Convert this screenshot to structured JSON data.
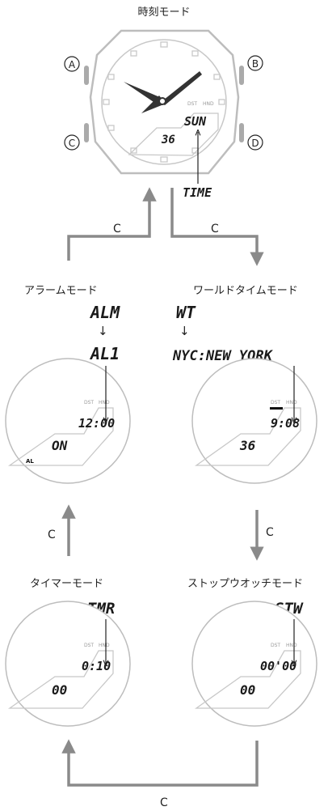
{
  "title": "時刻モード",
  "buttons": {
    "a": "A",
    "b": "B",
    "c": "C",
    "d": "D"
  },
  "time_mode": {
    "day": "SUN",
    "seconds": "36",
    "callout": "TIME",
    "dst": "DST",
    "hnd": "HND"
  },
  "transition_label": "C",
  "alarm_mode": {
    "title": "アラームモード",
    "code1": "ALM",
    "arrow": "↓",
    "code2": "AL1",
    "time": "12:00",
    "state": "ON",
    "indicator": "AL",
    "dst": "DST",
    "hnd": "HND"
  },
  "world_time_mode": {
    "title": "ワールドタイムモード",
    "code1": "WT",
    "arrow": "↓",
    "code2": "NYC:NEW YORK",
    "time": "9:08",
    "seconds": "36",
    "dst": "DST",
    "hnd": "HND"
  },
  "timer_mode": {
    "title": "タイマーモード",
    "code": "TMR",
    "time": "0:10",
    "seconds": "00",
    "dst": "DST",
    "hnd": "HND"
  },
  "stopwatch_mode": {
    "title": "ストップウオッチモード",
    "code": "STW",
    "time": "00'00",
    "seconds": "00",
    "dst": "DST",
    "hnd": "HND"
  },
  "colors": {
    "line": "#8a8a8a",
    "button": "#aaaaaa",
    "ink": "#222222"
  }
}
